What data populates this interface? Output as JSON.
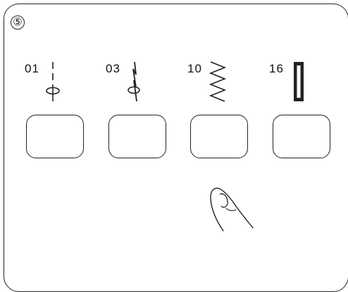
{
  "step_label": "⑤",
  "stitches": [
    {
      "number": "01",
      "icon": "straight-stitch-icon"
    },
    {
      "number": "03",
      "icon": "stretch-straight-stitch-icon"
    },
    {
      "number": "10",
      "icon": "zigzag-stitch-icon"
    },
    {
      "number": "16",
      "icon": "buttonhole-stitch-icon"
    }
  ],
  "pointer_icon": "finger-press-icon",
  "colors": {
    "line": "#222222",
    "background": "#ffffff"
  }
}
